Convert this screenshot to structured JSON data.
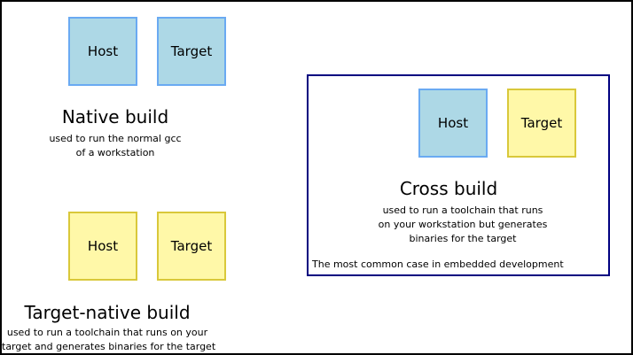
{
  "native": {
    "host_label": "Host",
    "target_label": "Target",
    "title": "Native build",
    "desc_line1": "used to run the normal gcc",
    "desc_line2": "of a workstation"
  },
  "target_native": {
    "host_label": "Host",
    "target_label": "Target",
    "title": "Target-native build",
    "desc_line1": "used to run a toolchain that runs on your",
    "desc_line2": "target and generates binaries for the target"
  },
  "cross": {
    "host_label": "Host",
    "target_label": "Target",
    "title": "Cross build",
    "desc_line1": "used to run a toolchain that runs",
    "desc_line2": "on your workstation but generates",
    "desc_line3": "binaries for the target",
    "note": "The most common case in embedded development"
  },
  "colors": {
    "host_fill": "#add8e6",
    "target_native_fill": "#fff8a8",
    "cross_frame": "#000080"
  }
}
